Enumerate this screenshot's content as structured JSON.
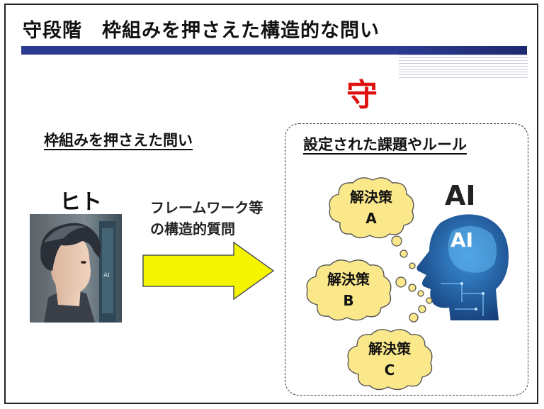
{
  "title": "守段階　枠組みを押さえた構造的な問い",
  "kanji": "守",
  "left": {
    "heading": "枠組みを押さえた問い",
    "person_label": "ヒト",
    "photo_tag": "AI"
  },
  "arrow": {
    "line1": "フレームワーク等",
    "line2": "の構造的質問"
  },
  "right": {
    "heading": "設定された課題やルール",
    "ai_label": "AI",
    "head_label": "AI",
    "clouds": [
      {
        "title": "解決策",
        "letter": "A"
      },
      {
        "title": "解決策",
        "letter": "B"
      },
      {
        "title": "解決策",
        "letter": "C"
      }
    ]
  },
  "colors": {
    "title_bar": "#2a3a8f",
    "kanji_red": "#e0100f",
    "arrow_yellow": "#f5f500",
    "cloud_yellow": "#fbe88a",
    "ai_blue": "#1c4f9c"
  }
}
